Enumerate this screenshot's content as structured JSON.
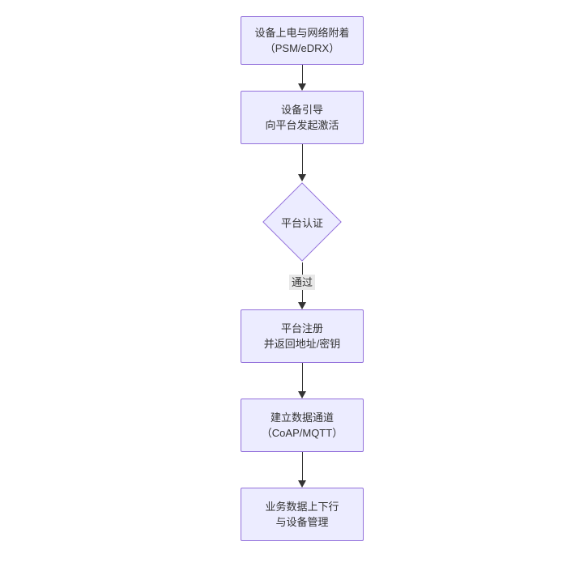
{
  "diagram": {
    "type": "flowchart-vertical",
    "background": "#ffffff",
    "node_fill": "#ECECFF",
    "node_border": "#9370DB",
    "text_color": "#333333",
    "arrow_color": "#333333",
    "edge_label_bg": "#e8e8e8",
    "nodes": [
      {
        "id": "A",
        "shape": "rect",
        "lines": [
          "设备上电与网络附着",
          "（PSM/eDRX）"
        ]
      },
      {
        "id": "B",
        "shape": "rect",
        "lines": [
          "设备引导",
          "向平台发起激活"
        ]
      },
      {
        "id": "C",
        "shape": "diamond",
        "lines": [
          "平台认证"
        ]
      },
      {
        "id": "D",
        "shape": "rect",
        "lines": [
          "平台注册",
          "并返回地址/密钥"
        ]
      },
      {
        "id": "E",
        "shape": "rect",
        "lines": [
          "建立数据通道",
          "（CoAP/MQTT）"
        ]
      },
      {
        "id": "F",
        "shape": "rect",
        "lines": [
          "业务数据上下行",
          "与设备管理"
        ]
      }
    ],
    "edges": [
      {
        "from": "A",
        "to": "B",
        "label": ""
      },
      {
        "from": "B",
        "to": "C",
        "label": ""
      },
      {
        "from": "C",
        "to": "D",
        "label": "通过"
      },
      {
        "from": "D",
        "to": "E",
        "label": ""
      },
      {
        "from": "E",
        "to": "F",
        "label": ""
      }
    ]
  }
}
